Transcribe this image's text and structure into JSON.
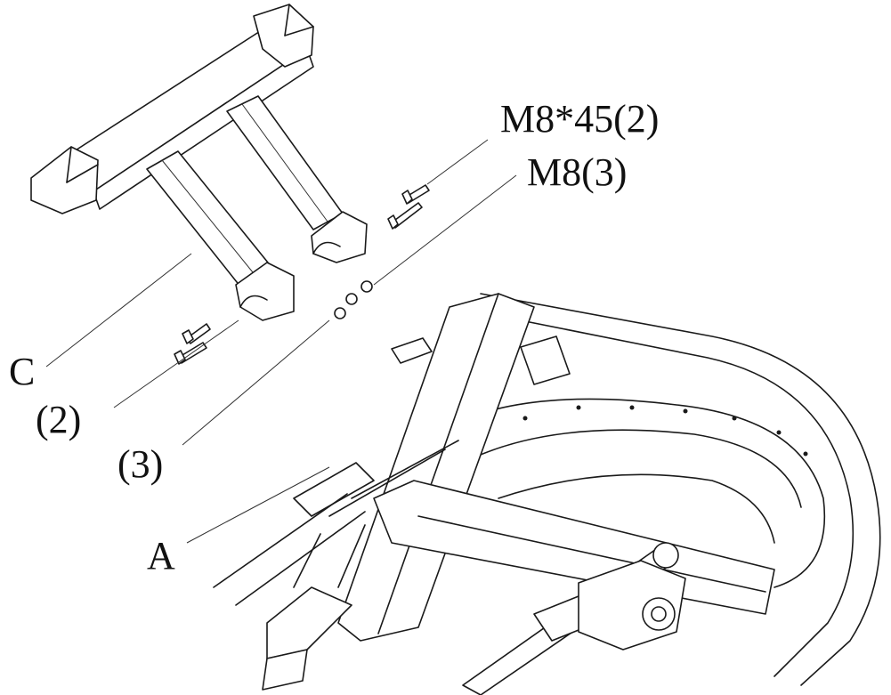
{
  "labels": {
    "bolt_spec": "M8*45(2)",
    "nut_spec": "M8(3)",
    "part_c": "C",
    "bolt_qty": "(2)",
    "nut_qty": "(3)",
    "part_a": "A"
  },
  "colors": {
    "line": "#1a1a1a",
    "background": "#ffffff"
  }
}
